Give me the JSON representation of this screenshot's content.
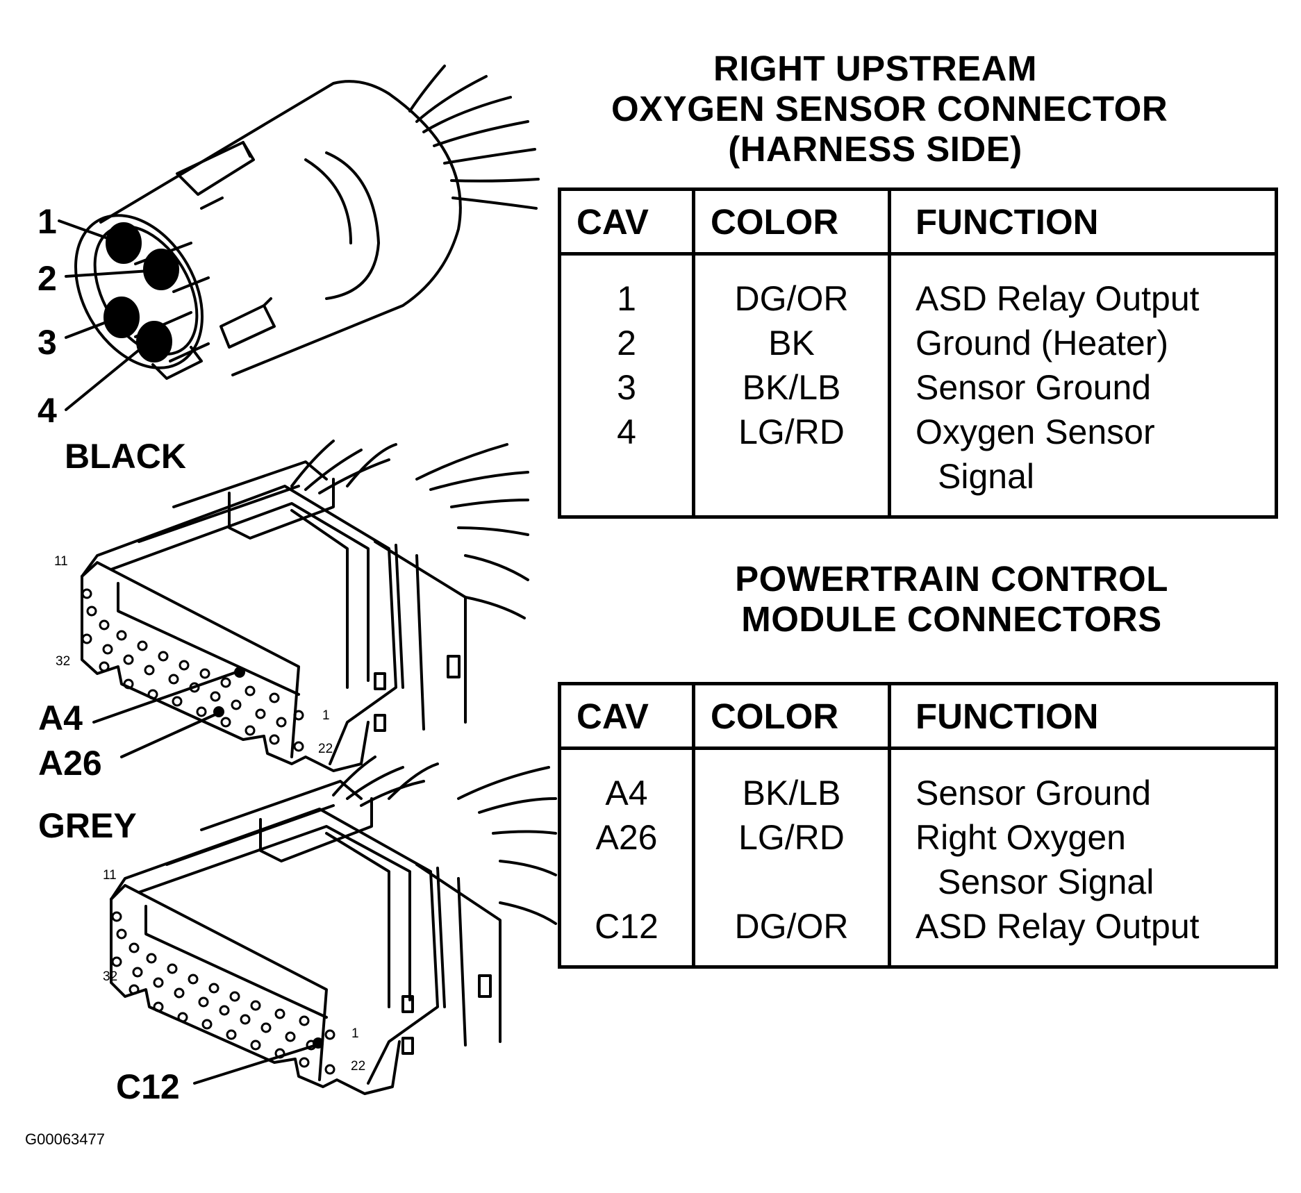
{
  "o2_section": {
    "title_lines": [
      "RIGHT UPSTREAM",
      "OXYGEN SENSOR CONNECTOR",
      "(HARNESS SIDE)"
    ],
    "table": {
      "headers": [
        "CAV",
        "COLOR",
        "FUNCTION"
      ],
      "rows": [
        {
          "cav": "1",
          "color": "DG/OR",
          "function": [
            "ASD Relay Output"
          ]
        },
        {
          "cav": "2",
          "color": "BK",
          "function": [
            "Ground (Heater)"
          ]
        },
        {
          "cav": "3",
          "color": "BK/LB",
          "function": [
            "Sensor Ground"
          ]
        },
        {
          "cav": "4",
          "color": "LG/RD",
          "function": [
            "Oxygen Sensor",
            "Signal"
          ]
        }
      ]
    },
    "pin_callouts": [
      "1",
      "2",
      "3",
      "4"
    ]
  },
  "pcm_section": {
    "title_lines": [
      "POWERTRAIN CONTROL",
      "MODULE CONNECTORS"
    ],
    "table": {
      "headers": [
        "CAV",
        "COLOR",
        "FUNCTION"
      ],
      "rows": [
        {
          "cav": "A4",
          "color": "BK/LB",
          "function": [
            "Sensor Ground"
          ]
        },
        {
          "cav": "A26",
          "color": "LG/RD",
          "function": [
            "Right Oxygen",
            "Sensor Signal"
          ]
        },
        {
          "cav": "C12",
          "color": "DG/OR",
          "function": [
            "ASD Relay Output"
          ]
        }
      ]
    }
  },
  "black_connector": {
    "label": "BLACK",
    "pin_numbers": {
      "p11": "11",
      "p32": "32",
      "p1": "1",
      "p22": "22"
    },
    "callouts": [
      "A4",
      "A26"
    ]
  },
  "grey_connector": {
    "label": "GREY",
    "pin_numbers": {
      "p11": "11",
      "p32": "32",
      "p1": "1",
      "p22": "22"
    },
    "callouts": [
      "C12"
    ]
  },
  "figure_id": "G00063477"
}
